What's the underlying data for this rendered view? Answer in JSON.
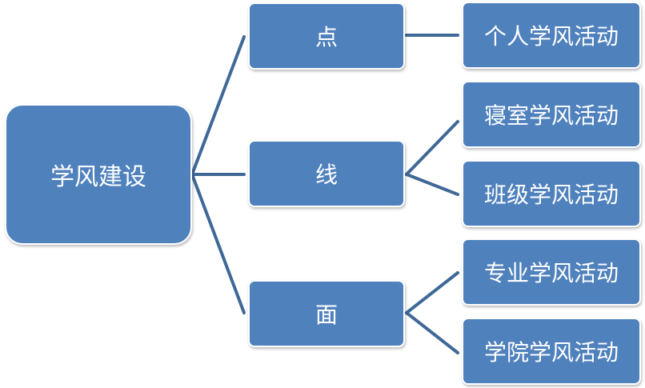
{
  "diagram": {
    "root": {
      "label": "学风建设"
    },
    "levels": [
      {
        "label": "点",
        "children": [
          "个人学风活动"
        ]
      },
      {
        "label": "线",
        "children": [
          "寝室学风活动",
          "班级学风活动"
        ]
      },
      {
        "label": "面",
        "children": [
          "专业学风活动",
          "学院学风活动"
        ]
      }
    ],
    "colors": {
      "node_fill": "#4f81bd",
      "connector": "#3f6897",
      "text": "#ffffff"
    }
  }
}
